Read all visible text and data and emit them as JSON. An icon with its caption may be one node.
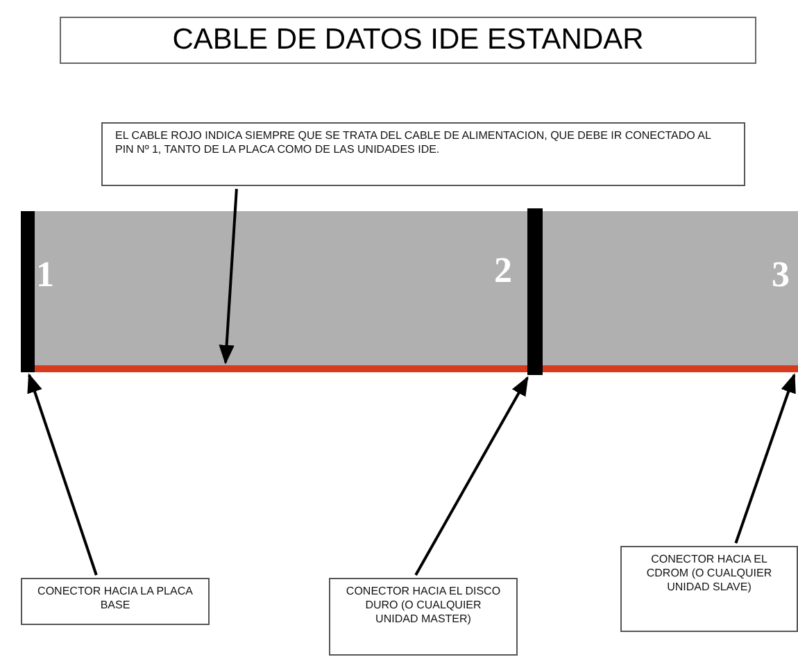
{
  "diagram": {
    "title": "CABLE DE DATOS IDE ESTANDAR",
    "nodes": [
      {
        "text": [
          "EL CABLE ROJO INDICA SIEMPRE QUE SE TRATA DEL CABLE DE ALIMENTACION, QUE DEBE IR CONECTADO AL PIN Nº 1, TANTO DE LA PLACA COMO DE LAS UNIDADES IDE."
        ]
      },
      {
        "text": [],
        "shape": "bar"
      },
      {
        "text": [],
        "shape": "bar"
      },
      {
        "text": [],
        "shape": "bar"
      },
      {
        "text": [
          "CONECTOR HACIA LA PLACA BASE"
        ]
      },
      {
        "text": [
          "CONECTOR HACIA EL DISCO DURO (O CUALQUIER UNIDAD MASTER)"
        ]
      },
      {
        "text": [
          "CONECTOR HACIA EL CDROM (O CUALQUIER UNIDAD SLAVE)"
        ]
      }
    ],
    "edges": [
      {
        "from": 0,
        "to": 1,
        "arrow": "to"
      },
      {
        "from": 4,
        "to": 2,
        "arrow": "to"
      },
      {
        "from": 5,
        "to": 3,
        "arrow": "to"
      },
      {
        "from": 6,
        "to": 1,
        "arrow": "to"
      }
    ],
    "labels": [
      "1",
      "2",
      "3"
    ]
  }
}
